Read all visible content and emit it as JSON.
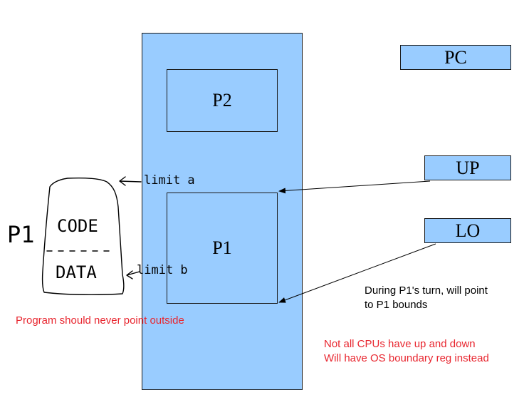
{
  "memory": {
    "p2_label": "P2",
    "p1_label": "P1"
  },
  "registers": {
    "pc_label": "PC",
    "up_label": "UP",
    "lo_label": "LO"
  },
  "notes": {
    "turn_line1": "During P1's turn, will point",
    "turn_line2": "to P1 bounds",
    "program_note": "Program should never point outside",
    "cpu_line1": "Not all CPUs have up and down",
    "cpu_line2": "Will have OS boundary reg instead"
  },
  "handwriting": {
    "process_label": "P1",
    "code_label": "CODE",
    "data_label": "DATA",
    "limit_a": "limit a",
    "limit_b": "limit b"
  },
  "colors": {
    "box_fill": "#99ccff",
    "note_red": "#e8262f",
    "ink": "#000000"
  }
}
